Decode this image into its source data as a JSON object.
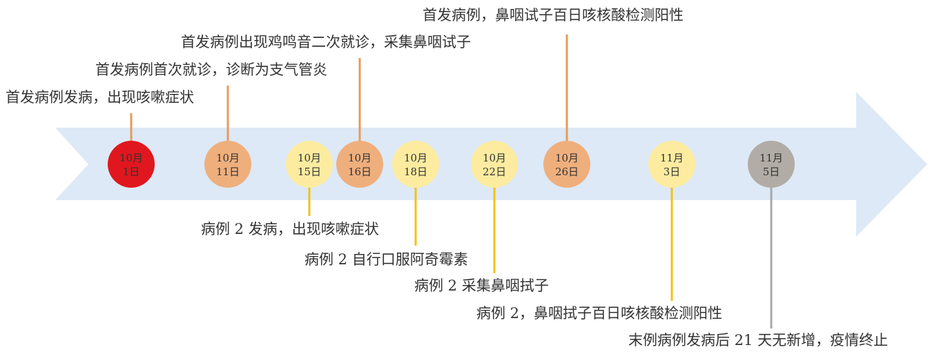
{
  "colors": {
    "arrow": "#dde9f6",
    "red": "#e0171e",
    "orange": "#eeaf7d",
    "yellow": "#fdeca0",
    "gray": "#b1aca5",
    "line_orange": "#e89a57",
    "line_yellow": "#f3c211",
    "line_gray": "#a8a8a8"
  },
  "nodes": [
    {
      "month": "10月",
      "day": "1日",
      "color": "red"
    },
    {
      "month": "10月",
      "day": "11日",
      "color": "orange"
    },
    {
      "month": "10月",
      "day": "15日",
      "color": "yellow"
    },
    {
      "month": "10月",
      "day": "16日",
      "color": "orange"
    },
    {
      "month": "10月",
      "day": "18日",
      "color": "yellow"
    },
    {
      "month": "10月",
      "day": "22日",
      "color": "yellow"
    },
    {
      "month": "10月",
      "day": "26日",
      "color": "orange"
    },
    {
      "month": "11月",
      "day": "3日",
      "color": "yellow"
    },
    {
      "month": "11月",
      "day": "5日",
      "color": "gray"
    }
  ],
  "events_above": [
    {
      "text": "首发病例发病，出现咳嗽症状"
    },
    {
      "text": "首发病例首次就诊，诊断为支气管炎"
    },
    {
      "text": "首发病例出现鸡鸣音二次就诊，采集鼻咽试子"
    },
    {
      "text": "首发病例，鼻咽试子百日咳核酸检测阳性"
    }
  ],
  "events_below": [
    {
      "text": "病例 2 发病，出现咳嗽症状"
    },
    {
      "text": "病例 2 自行口服阿奇霉素"
    },
    {
      "text": "病例 2 采集鼻咽拭子"
    },
    {
      "text": "病例 2，鼻咽拭子百日咳核酸检测阳性"
    },
    {
      "text": "末例病例发病后 21 天无新增，疫情终止"
    }
  ]
}
